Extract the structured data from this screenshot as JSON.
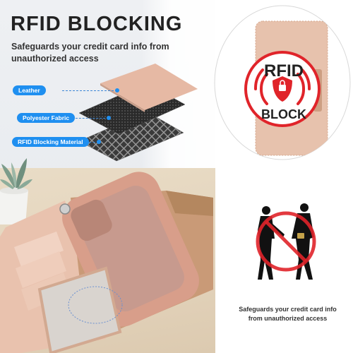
{
  "header": {
    "title": "RFID BLOCKING",
    "subtitle": "Safeguards your credit card info from unauthorized access"
  },
  "layers": [
    {
      "label": "Leather"
    },
    {
      "label": "Polyester Fabric"
    },
    {
      "label": "RFID Blocking Material"
    }
  ],
  "badge": {
    "line1": "RFID",
    "line2": "BLOCK"
  },
  "caption": {
    "line1": "Safeguards your credit card info",
    "line2": "from unauthorized access"
  },
  "colors": {
    "accent": "#1f8ff0",
    "rose_gold": "#e4bba4",
    "block_red": "#e0242a"
  }
}
